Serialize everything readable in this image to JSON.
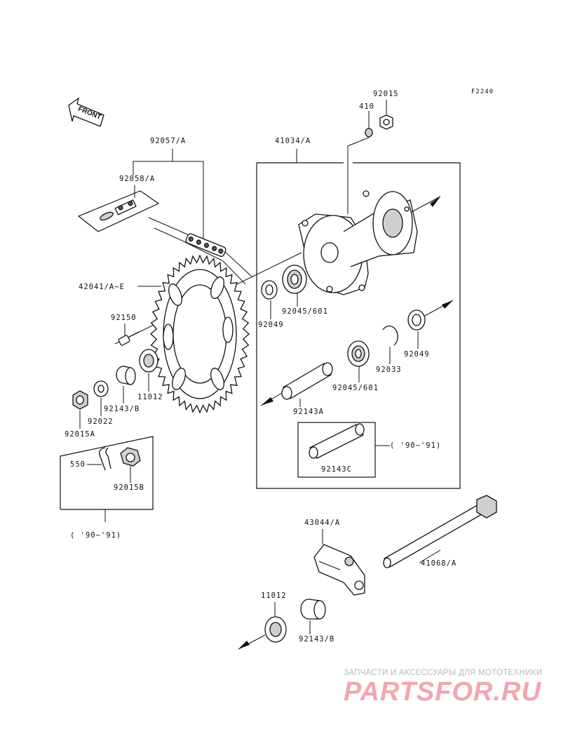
{
  "figure": {
    "code": "F2240",
    "front_label": "FRONT"
  },
  "parts": {
    "p92015": "92015",
    "p410": "410",
    "p92057": "92057/A",
    "p41034": "41034/A",
    "p92058": "92058/A",
    "p42041": "42041/A~E",
    "p92150": "92150",
    "p92049_left": "92049",
    "p92045_top": "92045/601",
    "p92049_right": "92049",
    "p92033": "92033",
    "p11012_top": "11012",
    "p92045_mid": "92045/601",
    "p92143_b_top": "92143/B",
    "p92022": "92022",
    "p92015a": "92015A",
    "p92143a": "92143A",
    "p92143c": "92143C",
    "p550": "550",
    "p92015b": "92015B",
    "p43044": "43044/A",
    "p41068": "41068/A",
    "p11012_bottom": "11012",
    "p92143_b_bottom": "92143/B"
  },
  "notes": {
    "year_range_hub": "( '90~'91)",
    "year_range_nut": "( '90~'91)"
  },
  "watermark": {
    "tagline": "ЗАПЧАСТИ И АКСЕССУАРЫ ДЛЯ МОТОТЕХНИКИ",
    "brand": "PARTSFOR.RU"
  }
}
